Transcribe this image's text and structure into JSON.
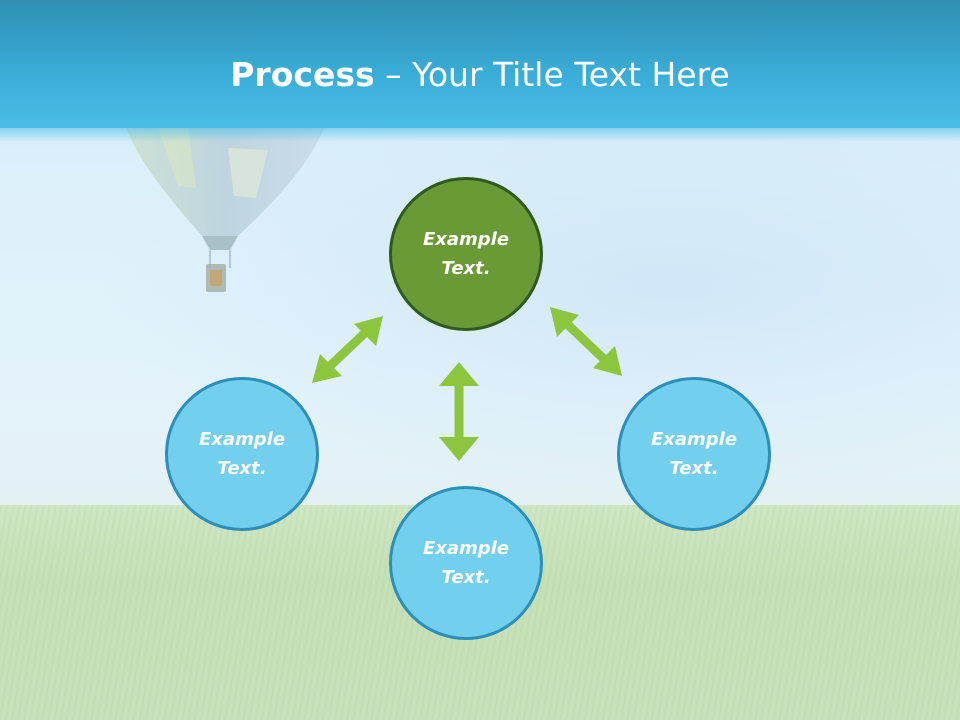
{
  "title": {
    "bold": "Process",
    "rest": " – Your Title Text Here"
  },
  "nodes": {
    "top": {
      "line1": "Example",
      "line2": "Text."
    },
    "left": {
      "line1": "Example",
      "line2": "Text."
    },
    "right": {
      "line1": "Example",
      "line2": "Text."
    },
    "bottom": {
      "line1": "Example",
      "line2": "Text."
    }
  },
  "colors": {
    "title_bar": "#3aaed8",
    "center_node": "#6a9a36",
    "center_border": "#2f5a1d",
    "outer_node": "#72cfee",
    "outer_border": "#2c8fb9",
    "arrow": "#8cc63f"
  }
}
